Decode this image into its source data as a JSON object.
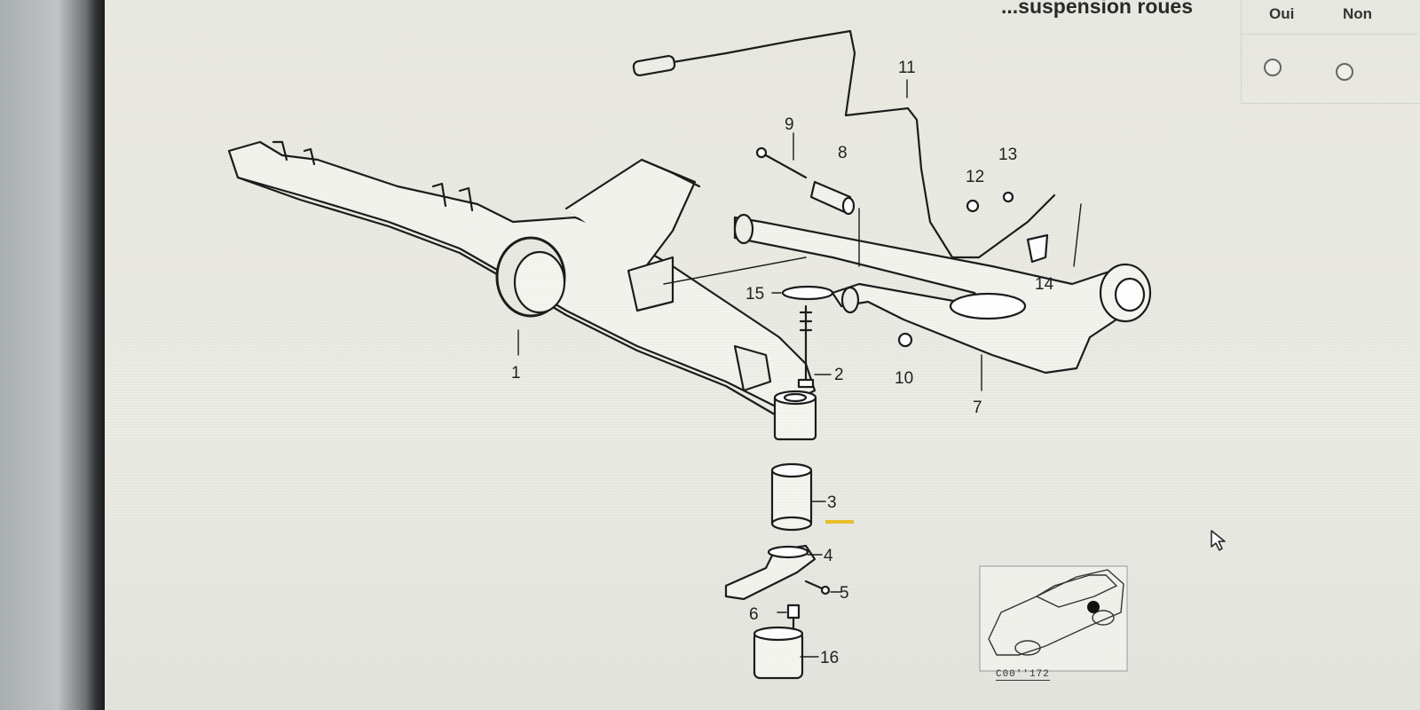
{
  "header": {
    "title": "...suspension roues"
  },
  "options": {
    "oui_label": "Oui",
    "non_label": "Non"
  },
  "diagram": {
    "part_numbers": [
      "1",
      "2",
      "3",
      "4",
      "5",
      "6",
      "7",
      "8",
      "9",
      "10",
      "11",
      "12",
      "13",
      "14",
      "15",
      "16"
    ],
    "image_code": "C00''172"
  },
  "colors": {
    "highlight": "#e8c12a",
    "line": "#1c1c1c"
  }
}
